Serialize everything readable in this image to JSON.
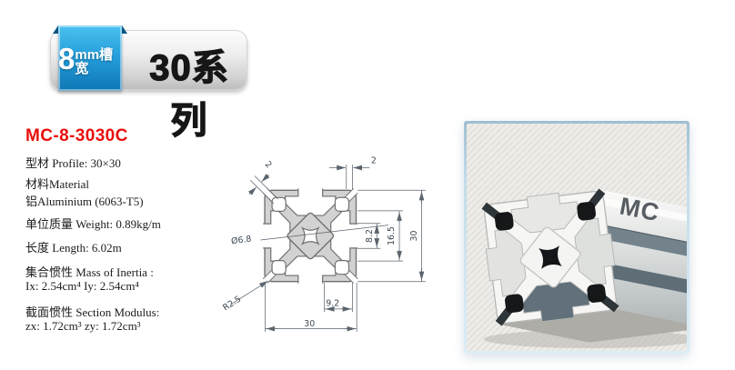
{
  "badge": {
    "slot_number": "8",
    "slot_label": "mm槽宽",
    "series": "30系列"
  },
  "product": {
    "model": "MC-8-3030C",
    "model_color": "#e8100c",
    "spec_lines": [
      "型材 Profile: 30×30",
      "材料Material",
      "铝Aluminium (6063-T5)",
      "单位质量 Weight: 0.89kg/m",
      "长度 Length: 6.02m",
      "集合惯性 Mass of Inertia :",
      "Ix: 2.54cm⁴  Iy: 2.54cm⁴",
      "截面惯性 Section Modulus:",
      "zx: 1.72cm³  zy: 1.72cm³"
    ]
  },
  "drawing": {
    "dims": {
      "corner_slot_width": "2",
      "top_wall": "2",
      "center_hole": "Ø6.8",
      "slot_opening": "8.2",
      "cavity_width": "16.5",
      "profile_height": "30",
      "slot_edge_offset": "9.2",
      "profile_width": "30",
      "corner_radius": "R2.5"
    }
  },
  "photo": {
    "brand": "MC"
  },
  "colors": {
    "accent_red": "#e8100c",
    "ribbon_blue_top": "#4cc0ef",
    "ribbon_blue_bottom": "#0e76b4",
    "drawing_fill": "#d2d2d2",
    "drawing_outline": "#6f6f6f"
  }
}
